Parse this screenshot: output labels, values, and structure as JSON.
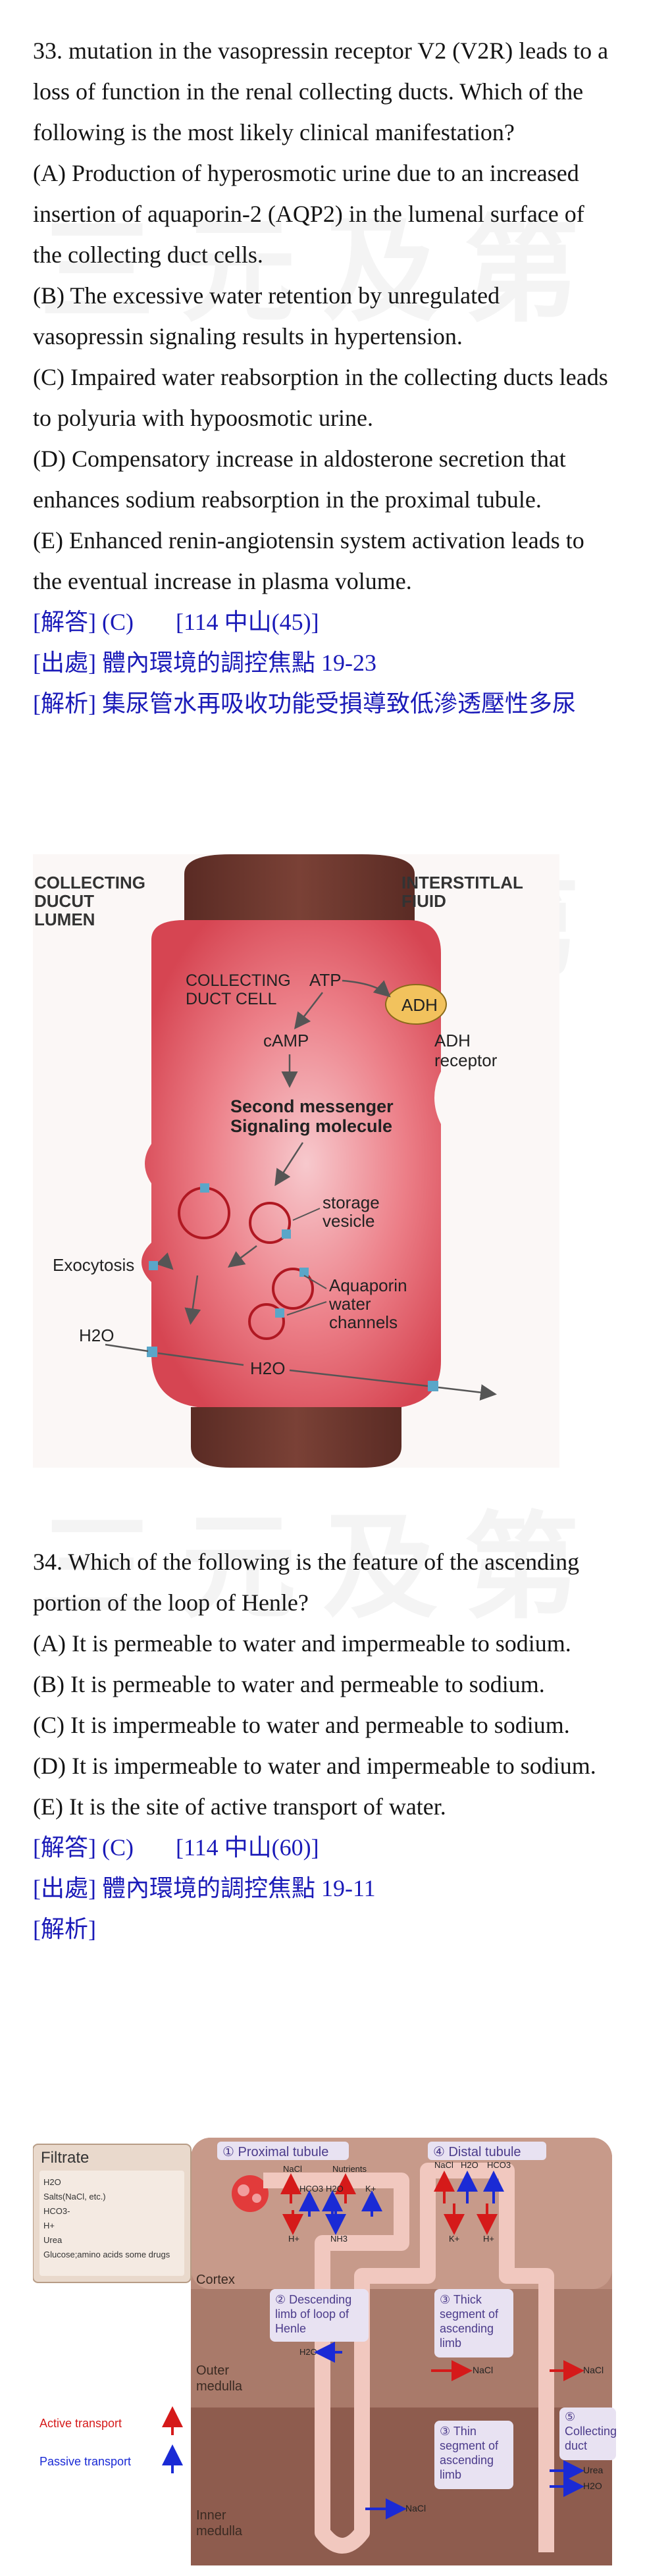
{
  "watermark": "三元及第",
  "q33": {
    "stem": "33. mutation in the vasopressin receptor V2 (V2R) leads to a loss of function in the renal collecting ducts. Which of the following is the most likely clinical manifestation?",
    "options": [
      "(A) Production of hyperosmotic urine due to an increased insertion of aquaporin-2 (AQP2) in the lumenal surface of the collecting duct cells.",
      "(B) The excessive water retention by unregulated vasopressin signaling results in hypertension.",
      "(C) Impaired water reabsorption in the collecting ducts leads to polyuria with hypoosmotic urine.",
      "(D) Compensatory increase in aldosterone secretion that enhances sodium reabsorption in the proximal tubule.",
      "(E) Enhanced renin-angiotensin system activation leads to the eventual increase in plasma volume."
    ],
    "answer": "[解答] (C)",
    "source_ref": "[114 中山(45)]",
    "origin": "[出處] 體內環境的調控焦點 19-23",
    "analysis": "[解析] 集尿管水再吸收功能受損導致低滲透壓性多尿",
    "figure": {
      "lumen_label": [
        "COLLECTING",
        "DUCUT",
        "LUMEN"
      ],
      "interstitial_label": [
        "INTERSTITLAL",
        "FIUID"
      ],
      "cell_label": [
        "COLLECTING",
        "DUCT CELL"
      ],
      "atp": "ATP",
      "adh": "ADH",
      "adh_receptor": [
        "ADH",
        "receptor"
      ],
      "camp": "cAMP",
      "second_messenger": [
        "Second messenger",
        "Signaling molecule"
      ],
      "storage": [
        "storage",
        "vesicle"
      ],
      "exocytosis": "Exocytosis",
      "aquaporin": [
        "Aquaporin",
        "water",
        "channels"
      ],
      "h2o": "H2O"
    }
  },
  "q34": {
    "stem": "34. Which of the following is the feature of the ascending portion of the loop of Henle?",
    "options": [
      "(A) It is permeable to water and impermeable to sodium.",
      "(B) It is permeable to water and permeable to sodium.",
      "(C) It is impermeable to water and permeable to sodium.",
      "(D) It is impermeable to water and impermeable to sodium.",
      "(E) It is the site of active transport of water."
    ],
    "answer": "[解答] (C)",
    "source_ref": "[114 中山(60)]",
    "origin": "[出處] 體內環境的調控焦點 19-11",
    "analysis": "[解析]",
    "figure": {
      "filtrate_title": "Filtrate",
      "filtrate_items": [
        "H2O",
        "Salts(NaCl, etc.)",
        "HCO3-",
        "H+",
        "Urea",
        "Glucose;amino acids some drugs"
      ],
      "proximal": "① Proximal tubule",
      "distal": "④ Distal tubule",
      "descending": [
        "② Descending",
        "limb of loop of",
        "Henle"
      ],
      "thick": [
        "③ Thick",
        "segment of",
        "ascending",
        "limb"
      ],
      "thin": [
        "③ Thin",
        "segment of",
        "ascending",
        "limb"
      ],
      "collecting": [
        "⑤",
        "Collecting",
        "duct"
      ],
      "cortex": "Cortex",
      "outer_medulla": [
        "Outer",
        "medulla"
      ],
      "inner_medulla": [
        "Inner",
        "medulla"
      ],
      "active": "Active transport",
      "passive": "Passive transport",
      "nacl": "NaCl",
      "nutrients": "Nutrients",
      "hco3": "HCO3",
      "h2o": "H2O",
      "k": "K+",
      "h": "H+",
      "nh3": "NH3",
      "urea": "Urea"
    }
  }
}
